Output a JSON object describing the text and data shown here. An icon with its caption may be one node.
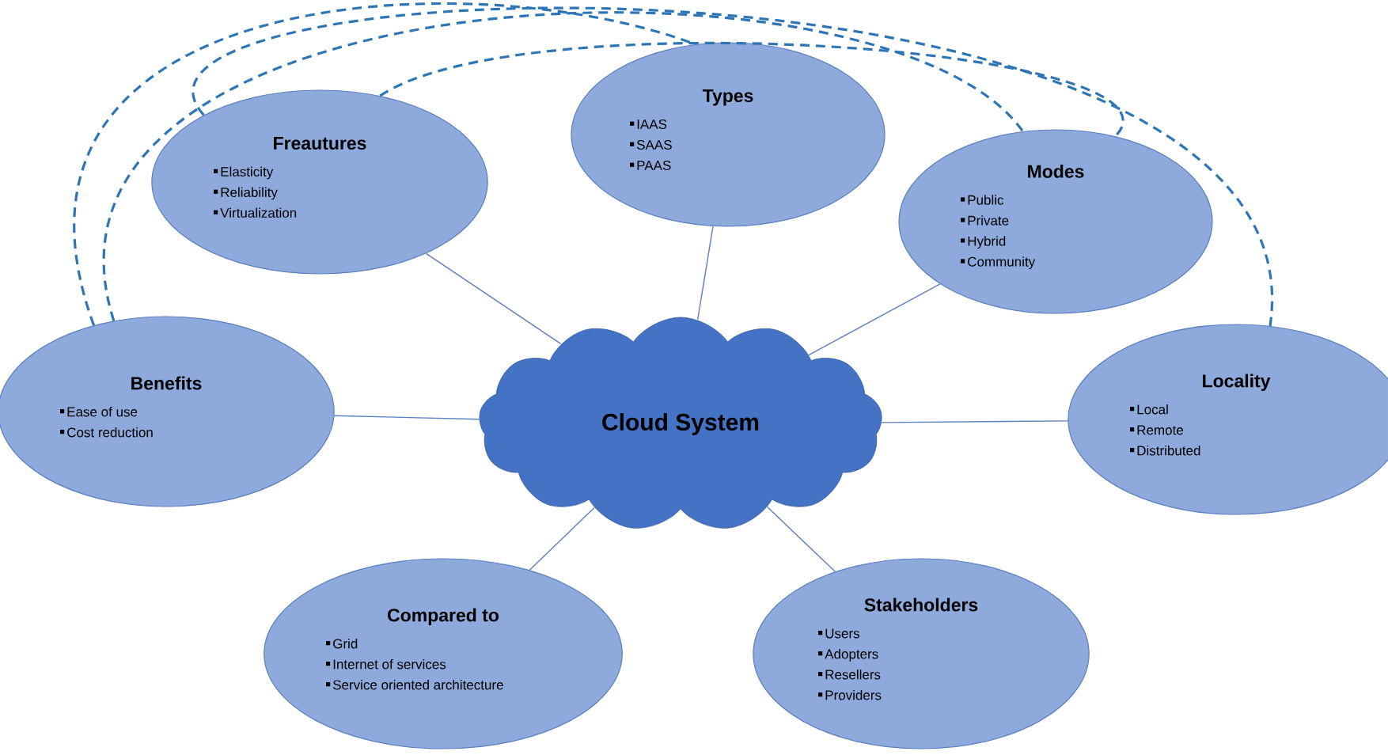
{
  "diagram": {
    "nodes": [
      {
        "text": [
          "Cloud System"
        ]
      },
      {
        "text": [
          "Freautures",
          "Elasticity",
          "Reliability",
          "Virtualization"
        ]
      },
      {
        "text": [
          "Types",
          "IAAS",
          "SAAS",
          "PAAS"
        ]
      },
      {
        "text": [
          "Modes",
          "Public",
          "Private",
          "Hybrid",
          "Community"
        ]
      },
      {
        "text": [
          "Benefits",
          "Ease of use",
          "Cost reduction"
        ]
      },
      {
        "text": [
          "Locality",
          "Local",
          "Remote",
          "Distributed"
        ]
      },
      {
        "text": [
          "Compared to",
          "Grid",
          "Internet of services",
          "Service oriented architecture"
        ]
      },
      {
        "text": [
          "Stakeholders",
          "Users",
          "Adopters",
          "Resellers",
          "Providers"
        ]
      }
    ],
    "edges": [
      {
        "from": 0,
        "to": 1,
        "arrow": "none"
      },
      {
        "from": 0,
        "to": 2,
        "arrow": "none"
      },
      {
        "from": 0,
        "to": 3,
        "arrow": "none"
      },
      {
        "from": 0,
        "to": 4,
        "arrow": "none"
      },
      {
        "from": 0,
        "to": 5,
        "arrow": "none"
      },
      {
        "from": 0,
        "to": 6,
        "arrow": "none"
      },
      {
        "from": 0,
        "to": 7,
        "arrow": "none"
      },
      {
        "from": 4,
        "to": 2,
        "arrow": "none",
        "style": "dashed",
        "color": "#2e75b6"
      },
      {
        "from": 4,
        "to": 3,
        "arrow": "none",
        "style": "dashed",
        "color": "#2e75b6"
      },
      {
        "from": 1,
        "to": 5,
        "arrow": "none",
        "style": "dashed",
        "color": "#2e75b6"
      },
      {
        "from": 1,
        "to": 3,
        "arrow": "none",
        "style": "dashed",
        "color": "#2e75b6"
      }
    ]
  }
}
